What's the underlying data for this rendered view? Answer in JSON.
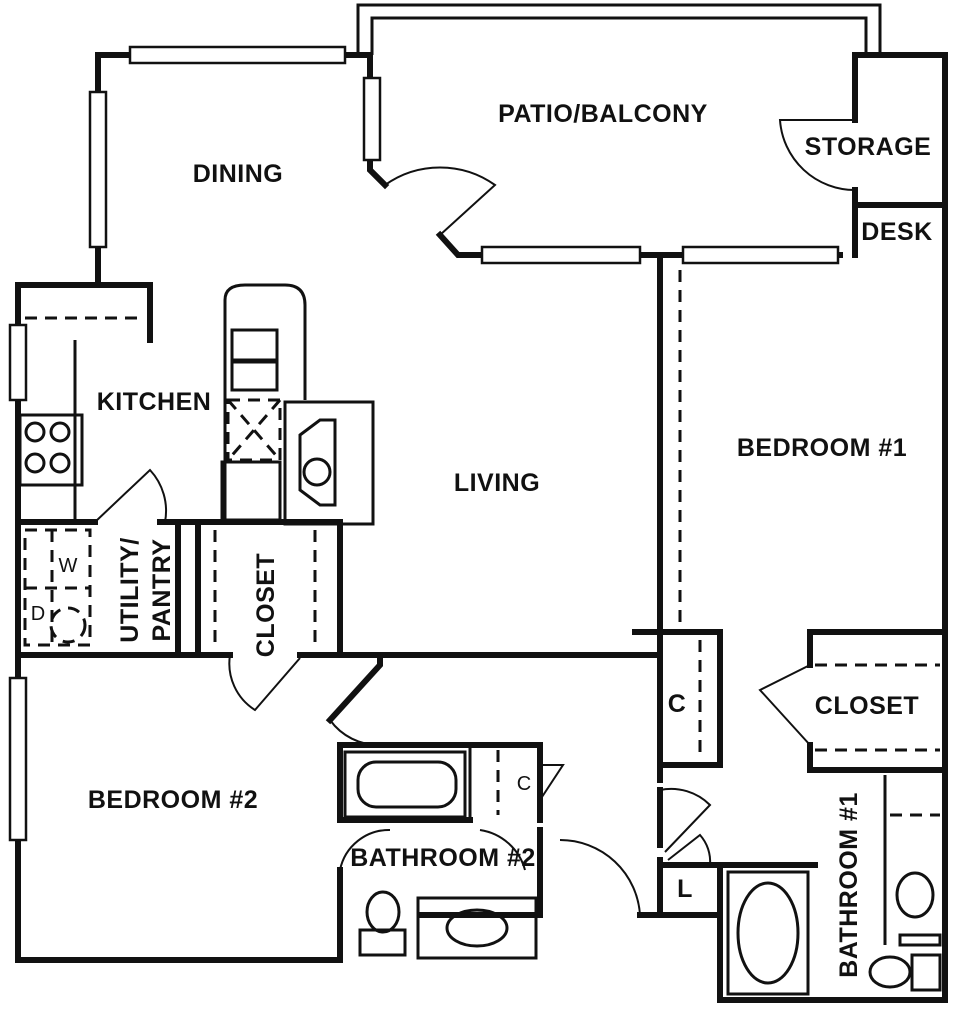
{
  "rooms": {
    "patio": "PATIO/BALCONY",
    "storage": "STORAGE",
    "desk": "DESK",
    "dining": "DINING",
    "kitchen": "KITCHEN",
    "living": "LIVING",
    "bedroom1": "BEDROOM #1",
    "utility_line1": "UTILITY/",
    "utility_line2": "PANTRY",
    "closet_hall": "CLOSET",
    "closet_bed1": "CLOSET",
    "bedroom2": "BEDROOM #2",
    "bathroom2": "BATHROOM #2",
    "bathroom1": "BATHROOM #1",
    "linen_c1": "C",
    "linen_c2": "C",
    "linen_l": "L"
  },
  "appliances": {
    "washer": "W",
    "dryer": "D"
  }
}
